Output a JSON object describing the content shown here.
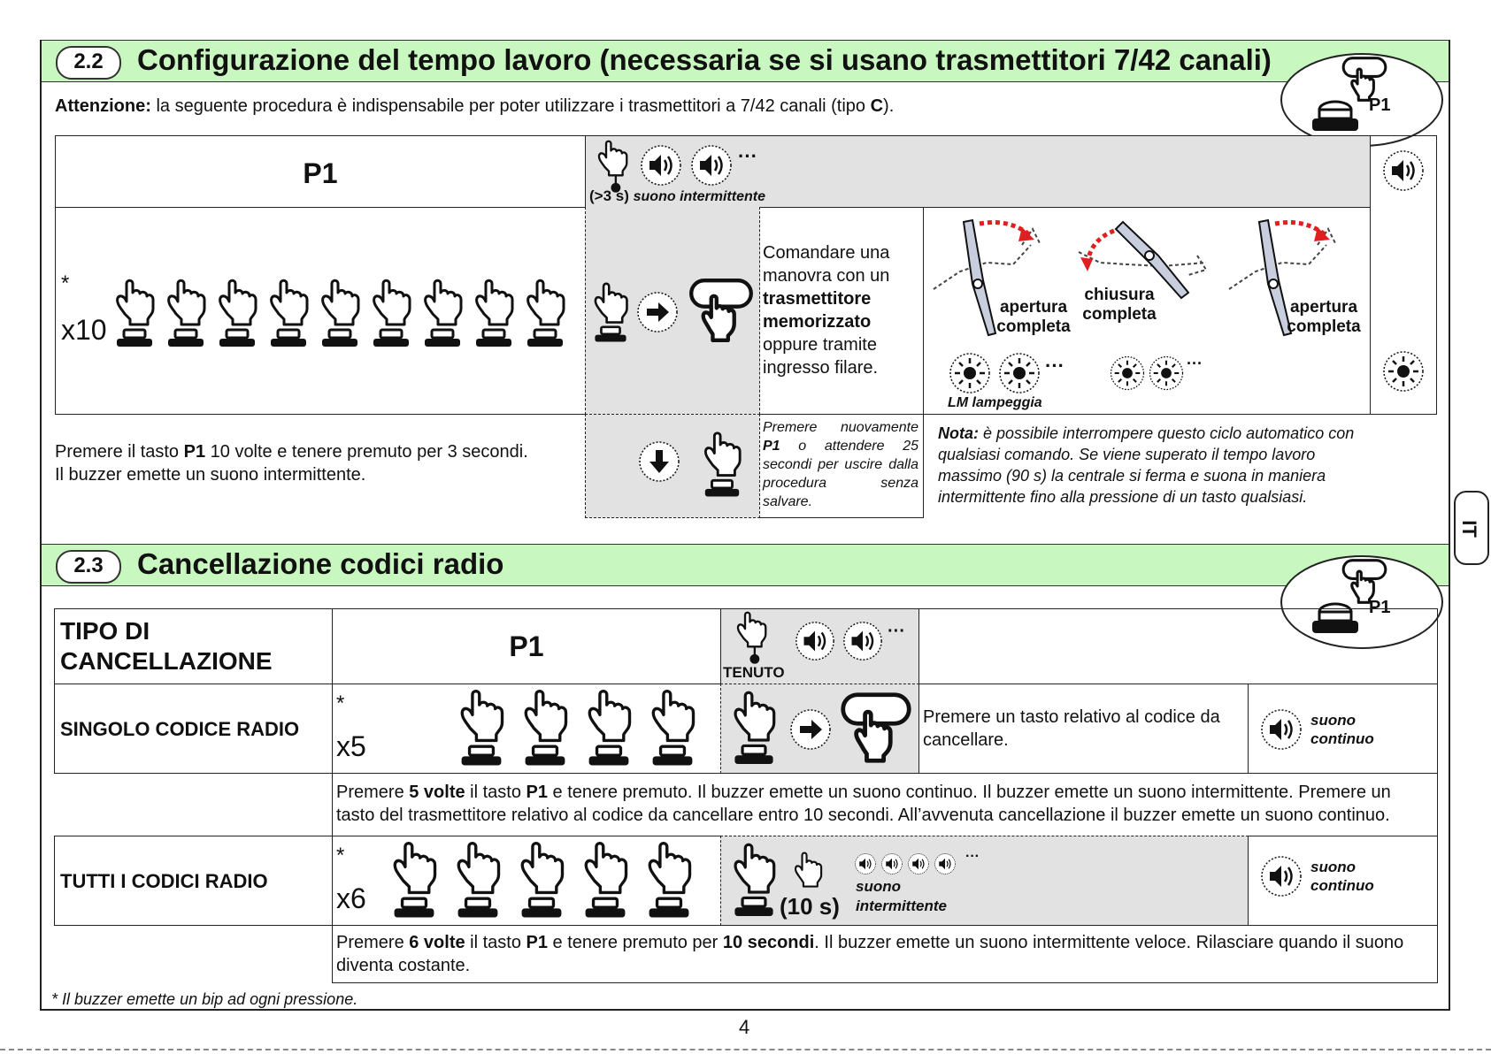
{
  "section22": {
    "number": "2.2",
    "title": "Configurazione del tempo lavoro (necessaria se si usano trasmettitori 7/42 canali)",
    "attention_label": "Attenzione:",
    "attention_text_a": " la seguente procedura è indispensabile per poter utilizzare i trasmettitori a 7/42 canali (tipo ",
    "attention_type": "C",
    "attention_text_b": ").",
    "badge_label": "P1",
    "header_p1": "P1",
    "hold_time": "(>3 s)",
    "hold_caption": "suono intermittente",
    "ellipsis": "···",
    "asterisk": "*",
    "multiplier": "x10",
    "command_text_a": "Comandare una manovra con un ",
    "command_text_bold": "trasmettitore memorizzato",
    "command_text_b": " oppure tramite ingresso filare.",
    "label_apertura1": "apertura completa",
    "label_chiusura": "chiusura completa",
    "label_apertura2": "apertura completa",
    "lm_label": "LM lampeggia",
    "desc_line1_a": "Premere il tasto ",
    "desc_line1_bold": "P1",
    "desc_line1_b": " 10 volte e tenere premuto per 3 secondi.",
    "desc_line2": "Il buzzer emette un suono intermittente.",
    "exit_text_a": "Premere nuovamente ",
    "exit_text_bold": "P1",
    "exit_text_b": " o attendere 25 secondi per uscire dalla procedura senza salvare.",
    "nota_label": "Nota:",
    "nota_text": " è possibile interrompere questo ciclo automatico con qualsiasi comando. Se viene superato il tempo lavoro massimo (90 s) la centrale si ferma e suona in maniera intermittente fino alla pressione di un tasto qualsiasi."
  },
  "section23": {
    "number": "2.3",
    "title": "Cancellazione codici radio",
    "badge_label": "P1",
    "header_type": "TIPO DI CANCELLAZIONE",
    "header_p1": "P1",
    "held_label": "TENUTO",
    "ellipsis": "···",
    "row1": {
      "label": "SINGOLO CODICE RADIO",
      "asterisk": "*",
      "multiplier": "x5",
      "instruction": "Premere un tasto relativo al codice da cancellare.",
      "sound": "suono continuo",
      "desc_a": "Premere ",
      "desc_bold1": "5 volte",
      "desc_b": " il tasto ",
      "desc_bold2": "P1",
      "desc_c": " e tenere premuto. Il buzzer emette un suono continuo. Il buzzer emette un suono intermittente. Premere un tasto del trasmettitore relativo al codice da cancellare entro 10 secondi. All’avvenuta cancellazione il buzzer emette un suono continuo."
    },
    "row2": {
      "label": "TUTTI I CODICI RADIO",
      "asterisk": "*",
      "multiplier": "x6",
      "hold_time": "(10 s)",
      "sound_intermittent": "suono intermittente",
      "sound": "suono continuo",
      "desc_a": "Premere ",
      "desc_bold1": "6 volte",
      "desc_b": " il tasto ",
      "desc_bold2": "P1",
      "desc_c": " e tenere premuto per ",
      "desc_bold3": "10 secondi",
      "desc_d": ". Il buzzer emette un suono intermittente veloce. Rilasciare quando il suono diventa costante."
    }
  },
  "footnote": "* Il buzzer emette un bip ad ogni pressione.",
  "page_number": "4",
  "lang_tab": "IT",
  "colors": {
    "band": "#c9f7c0",
    "gray_cell": "#e2e2e2",
    "arrow_red": "#e02020",
    "gate": "#c8cedd"
  }
}
